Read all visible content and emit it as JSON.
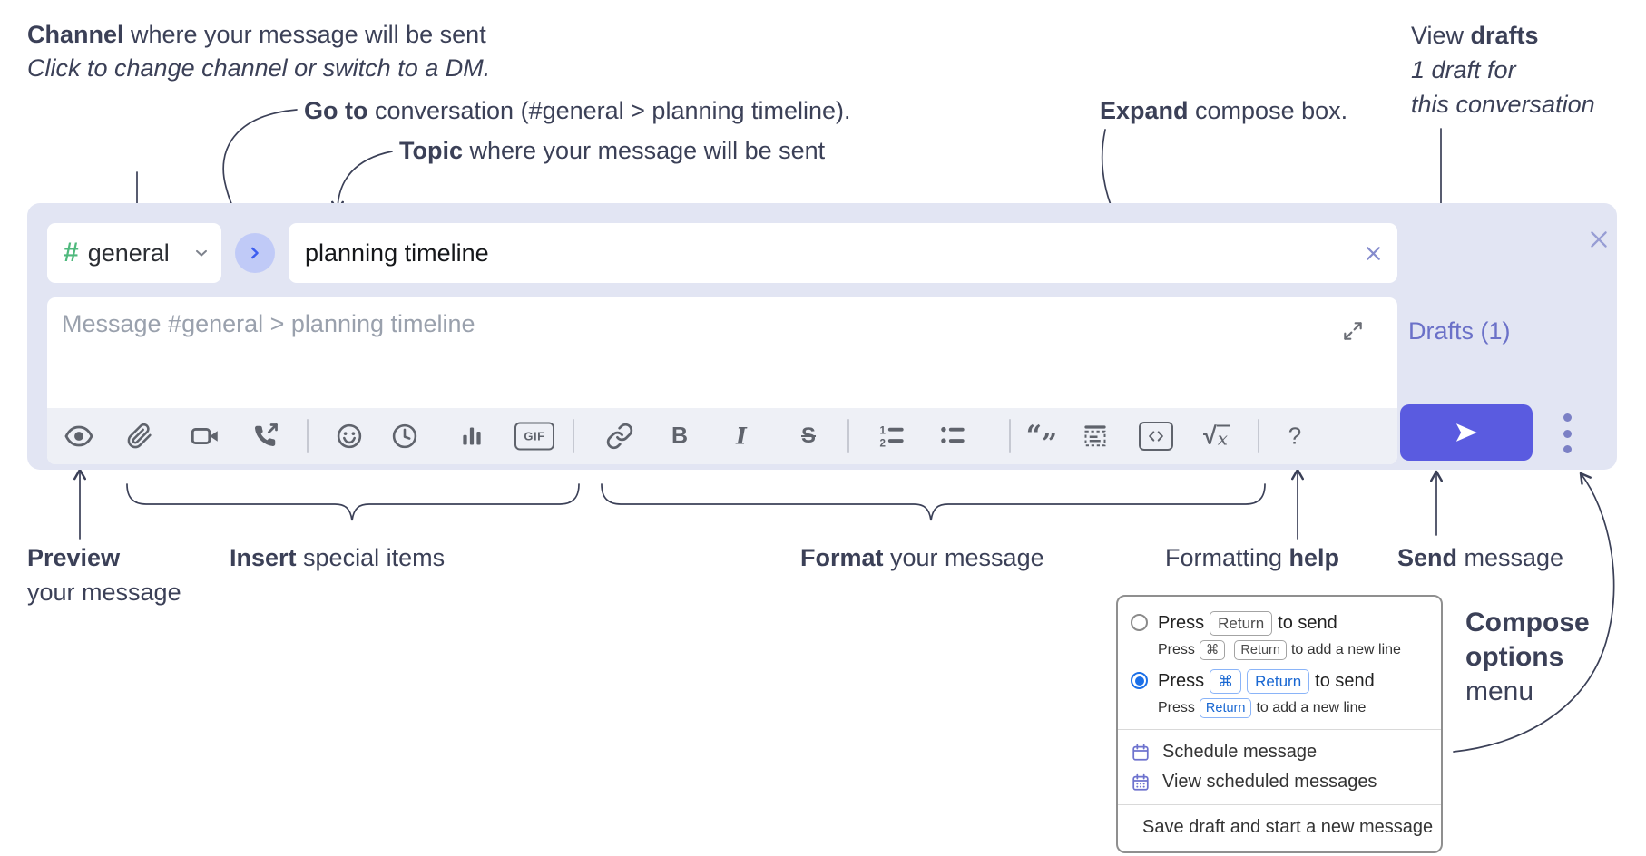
{
  "annotations": {
    "channel_line1_bold": "Channel",
    "channel_line1_rest": " where your message will be sent",
    "channel_line2": "Click to change channel or switch to a DM.",
    "goto_bold": "Go to",
    "goto_rest": " conversation (#general > planning timeline).",
    "topic_bold": "Topic",
    "topic_rest": " where your message will be sent",
    "expand_bold": "Expand",
    "expand_rest": " compose box.",
    "drafts_line1_pre": "View ",
    "drafts_line1_bold": "drafts",
    "drafts_line2": "1 draft for",
    "drafts_line3": "this conversation",
    "preview_bold": "Preview",
    "preview_line2": "your message",
    "insert_bold": "Insert",
    "insert_rest": " special items",
    "format_bold": "Format",
    "format_rest": " your message",
    "help_pre": "Formatting ",
    "help_bold": "help",
    "send_bold": "Send",
    "send_rest": " message",
    "compose_line1": "Compose",
    "compose_line2": "options",
    "compose_line3": "menu"
  },
  "compose": {
    "channel": {
      "hash": "#",
      "name": "general"
    },
    "topic": {
      "value": "planning timeline"
    },
    "message": {
      "placeholder": "Message #general > planning timeline"
    },
    "drafts_link": "Drafts (1)",
    "toolbar": {
      "gif_label": "GIF",
      "bold_label": "B",
      "italic_label": "I",
      "strike_label": "S",
      "quote_open": "“",
      "quote_close": "”",
      "sqrt_label": "√",
      "math_x_label": "x",
      "help_label": "?"
    },
    "icon_names": [
      "preview",
      "attach-file",
      "video-call",
      "voice-call",
      "emoji",
      "time",
      "poll",
      "gif",
      "link",
      "bold",
      "italic",
      "strikethrough",
      "numbered-list",
      "bulleted-list",
      "quote",
      "spoiler",
      "code",
      "math",
      "help"
    ]
  },
  "popup": {
    "option1": {
      "main_pre": "Press",
      "main_key": "Return",
      "main_post": "to send",
      "sub_pre": "Press",
      "sub_key1": "⌘",
      "sub_key2": "Return",
      "sub_post": "to add a new line",
      "selected": "false"
    },
    "option2": {
      "main_pre": "Press",
      "main_key1": "⌘",
      "main_key2": "Return",
      "main_post": "to send",
      "sub_pre": "Press",
      "sub_key": "Return",
      "sub_post": "to add a new line",
      "selected": "true"
    },
    "items": {
      "schedule": "Schedule message",
      "view_scheduled": "View scheduled messages",
      "save_draft": "Save draft and start a new message"
    }
  },
  "colors": {
    "compose_bg": "#e2e5f3",
    "toolbar_bg": "#eef0f6",
    "send_button": "#5a5be0",
    "drafts_link": "#6b71c8",
    "hash_green": "#4fb97d",
    "goto_circle_bg": "#c0caf7",
    "goto_arrow": "#3d5ef0",
    "radio_selected": "#1a6fe8",
    "menu_icon_purple": "#6d72ce",
    "icon_gray": "#5f636c",
    "annotation_text": "#3b4057"
  }
}
